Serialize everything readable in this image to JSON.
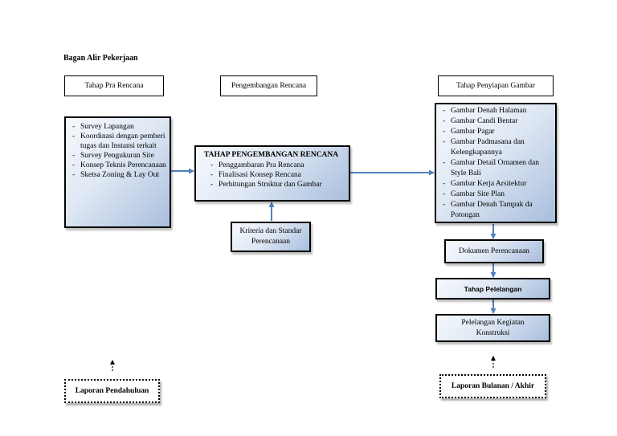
{
  "title": "Bagan Alir Pekerjaan",
  "headers": {
    "pra_rencana": "Tahap Pra Rencana",
    "pengembangan": "Pengembangan Rencana",
    "penyiapan_gambar": "Tahap Penyiapan Gambar"
  },
  "pra_rencana_items": [
    " Survey Lapangan",
    "Koordinasi dengan pemberi tugas dan Instansi terkait",
    "Survey Pengukuran Site",
    "Konsep Teknis Perencanaan",
    "Sketsa Zoning & Lay Out"
  ],
  "pengembangan_box": {
    "heading": "TAHAP PENGEMBANGAN RENCANA",
    "items": [
      "Penggambaran Pra Rencana",
      "Finalisasi Konsep Rencana",
      "Perhitungan Struktur dan Gambar"
    ]
  },
  "kriteria": "Kriteria dan Standar Perencanaan",
  "gambar_items": [
    "Gambar Denah Halaman",
    "Gambar Candi Bentar",
    "Gambar Pagar",
    "Gambar Padmasana dan Kelengkapannya",
    "Gambar Detail Ornamen dan Style Bali",
    "Gambar Kerja Arsitektur",
    "Gambar Site Plan",
    "Gambar Denah Tampak da Potongan"
  ],
  "dokumen": "Dokumen Perencanaan",
  "pelelangan": "Tahap Pelelangan",
  "pelelangan_kegiatan": "Pelelangan Kegiatan Konstruksi",
  "laporan_pendahuluan": "Laporan Pendahuluan",
  "laporan_bulanan": "Laporan Bulanan / Akhir",
  "colors": {
    "connector": "#4f81bd",
    "box_gradient_end": "#a9bedd"
  }
}
